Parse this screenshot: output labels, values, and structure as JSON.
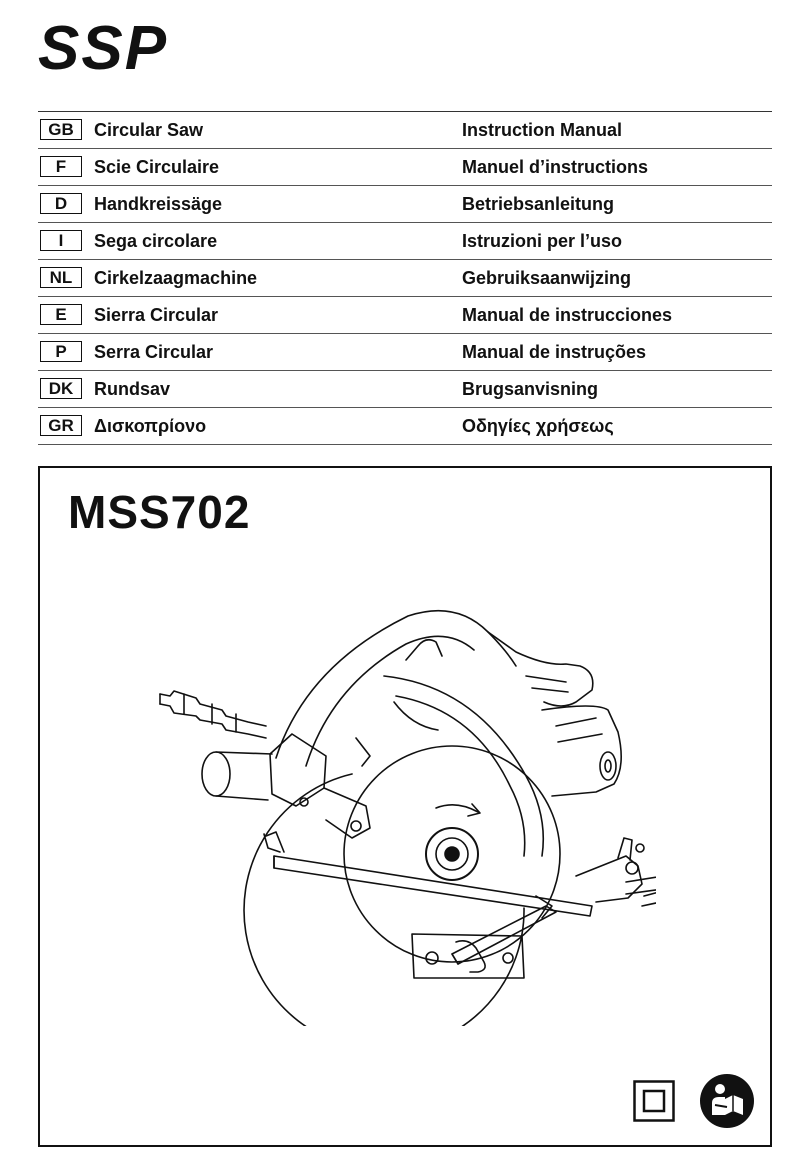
{
  "brand": "SSP",
  "languages": [
    {
      "code": "GB",
      "product": "Circular Saw",
      "manual": "Instruction Manual"
    },
    {
      "code": "F",
      "product": "Scie Circulaire",
      "manual": "Manuel d’instructions"
    },
    {
      "code": "D",
      "product": "Handkreissäge",
      "manual": "Betriebsanleitung"
    },
    {
      "code": "I",
      "product": "Sega circolare",
      "manual": "Istruzioni per l’uso"
    },
    {
      "code": "NL",
      "product": "Cirkelzaagmachine",
      "manual": "Gebruiksaanwijzing"
    },
    {
      "code": "E",
      "product": "Sierra Circular",
      "manual": "Manual de instrucciones"
    },
    {
      "code": "P",
      "product": "Serra Circular",
      "manual": "Manual de instruções"
    },
    {
      "code": "DK",
      "product": "Rundsav",
      "manual": "Brugsanvisning"
    },
    {
      "code": "GR",
      "product": "Δισκοπρίονο",
      "manual": "Οδηγίες χρήσεως"
    }
  ],
  "model": "MSS702",
  "icons": {
    "illustration": "circular-saw-illustration",
    "class2": "double-insulation-icon",
    "manual": "read-manual-icon"
  }
}
